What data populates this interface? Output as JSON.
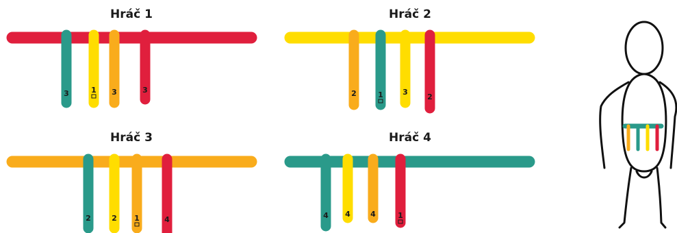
{
  "colors": {
    "red": "#E01F3D",
    "yellow": "#FFDD00",
    "orange": "#F9AC1C",
    "teal": "#2A9A8A",
    "label": "#1a1a1a"
  },
  "players": [
    {
      "title": "Hráč 1",
      "bar_color": "red",
      "cords": [
        {
          "color": "teal",
          "label": "3",
          "marked": false
        },
        {
          "color": "yellow",
          "label": "1",
          "marked": true
        },
        {
          "color": "orange",
          "label": "3",
          "marked": false
        },
        {
          "color": "red",
          "label": "3",
          "marked": false
        }
      ]
    },
    {
      "title": "Hráč 2",
      "bar_color": "yellow",
      "cords": [
        {
          "color": "orange",
          "label": "2",
          "marked": false
        },
        {
          "color": "teal",
          "label": "1",
          "marked": true
        },
        {
          "color": "yellow",
          "label": "3",
          "marked": false
        },
        {
          "color": "red",
          "label": "2",
          "marked": false
        }
      ]
    },
    {
      "title": "Hráč 3",
      "bar_color": "orange",
      "cords": [
        {
          "color": "teal",
          "label": "2",
          "marked": false
        },
        {
          "color": "yellow",
          "label": "2",
          "marked": false
        },
        {
          "color": "orange",
          "label": "1",
          "marked": true
        },
        {
          "color": "red",
          "label": "4",
          "marked": false
        }
      ]
    },
    {
      "title": "Hráč 4",
      "bar_color": "teal",
      "cords": [
        {
          "color": "teal",
          "label": "4",
          "marked": false
        },
        {
          "color": "yellow",
          "label": "4",
          "marked": false
        },
        {
          "color": "orange",
          "label": "4",
          "marked": false
        },
        {
          "color": "red",
          "label": "1",
          "marked": true
        }
      ]
    }
  ],
  "figure": {
    "belt_color": "teal",
    "cords": [
      "orange",
      "teal",
      "yellow",
      "red"
    ]
  }
}
